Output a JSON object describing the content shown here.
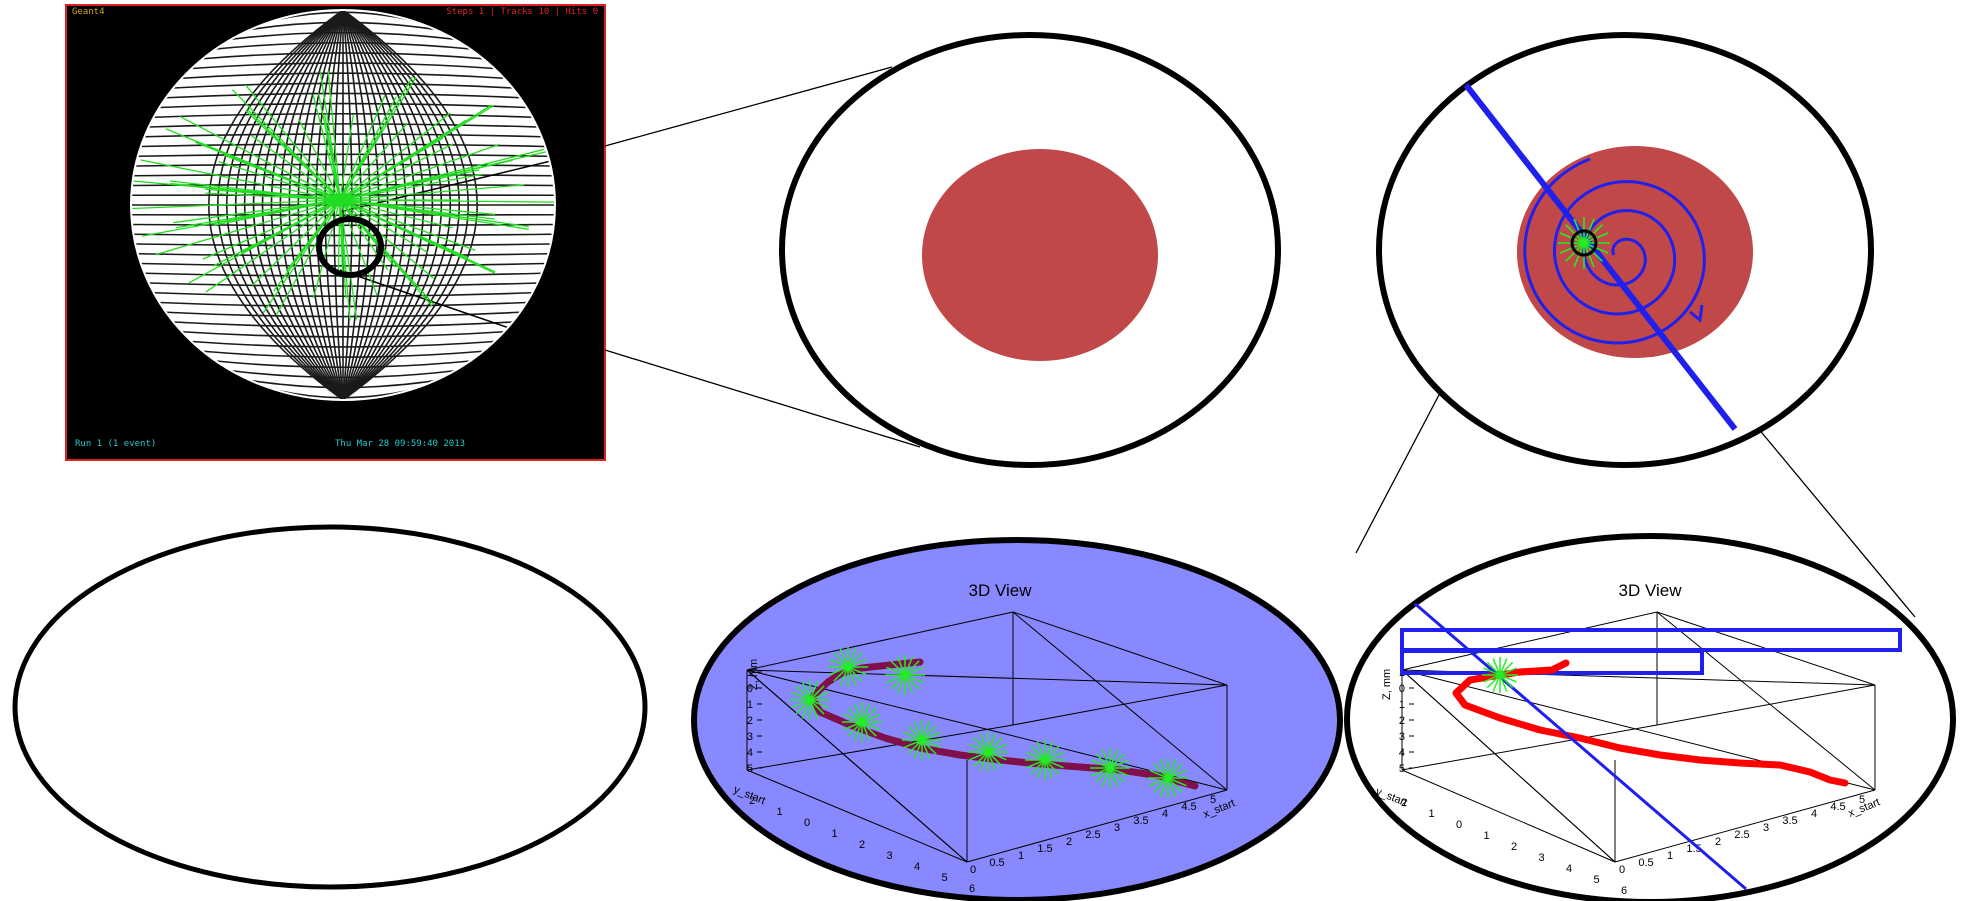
{
  "colors": {
    "background": "#ffffff",
    "sim_background": "#000000",
    "sim_frame": "#e02020",
    "wire_sphere": "#ffffff",
    "green_tracks": "#22dd22",
    "sim_text": "#22cccc",
    "sim_text_corner": "#d4a020",
    "sim_text_corner_red": "#e02020",
    "ellipse_outline": "#000000",
    "red_blob": "#c04848",
    "blue_track": "#2020ee",
    "blue_panel": "#8888ff",
    "track_3d_panel5": "#80104a",
    "track_3d_panel6": "#ff0000",
    "star": "#22ee22"
  },
  "icons": {
    "sim_view": "event-display-sphere-icon",
    "spiral": "spiral-arrow-icon",
    "star": "green-star-icon"
  },
  "sim_panel": {
    "status_left": "Run 1 (1 event)",
    "status_center": "Thu Mar 28 09:59:40 2013",
    "top_left": "Geant4",
    "top_right": "Steps 1 | Tracks 10 | Hits 0"
  },
  "panel5": {
    "title": "3D View",
    "zlabel": "Z, mm",
    "ylabel": "y_start",
    "xlabel": "x_start",
    "z_ticks": [
      "1",
      "0",
      "1",
      "2",
      "3",
      "4",
      "5"
    ],
    "y_ticks": [
      "2",
      "1",
      "0",
      "1",
      "2",
      "3",
      "4",
      "5",
      "6"
    ],
    "x_ticks": [
      "0",
      "0.5",
      "1",
      "1.5",
      "2",
      "2.5",
      "3",
      "3.5",
      "4",
      "4.5",
      "5"
    ]
  },
  "panel6": {
    "title": "3D View",
    "zlabel": "Z, mm",
    "ylabel": "y_start",
    "xlabel": "x_start",
    "z_ticks": [
      "1",
      "0",
      "1",
      "2",
      "3",
      "4",
      "5"
    ],
    "y_ticks": [
      "2",
      "1",
      "0",
      "1",
      "2",
      "3",
      "4",
      "5",
      "6"
    ],
    "x_ticks": [
      "0",
      "0.5",
      "1",
      "1.5",
      "2",
      "2.5",
      "3",
      "3.5",
      "4",
      "4.5",
      "5"
    ]
  }
}
